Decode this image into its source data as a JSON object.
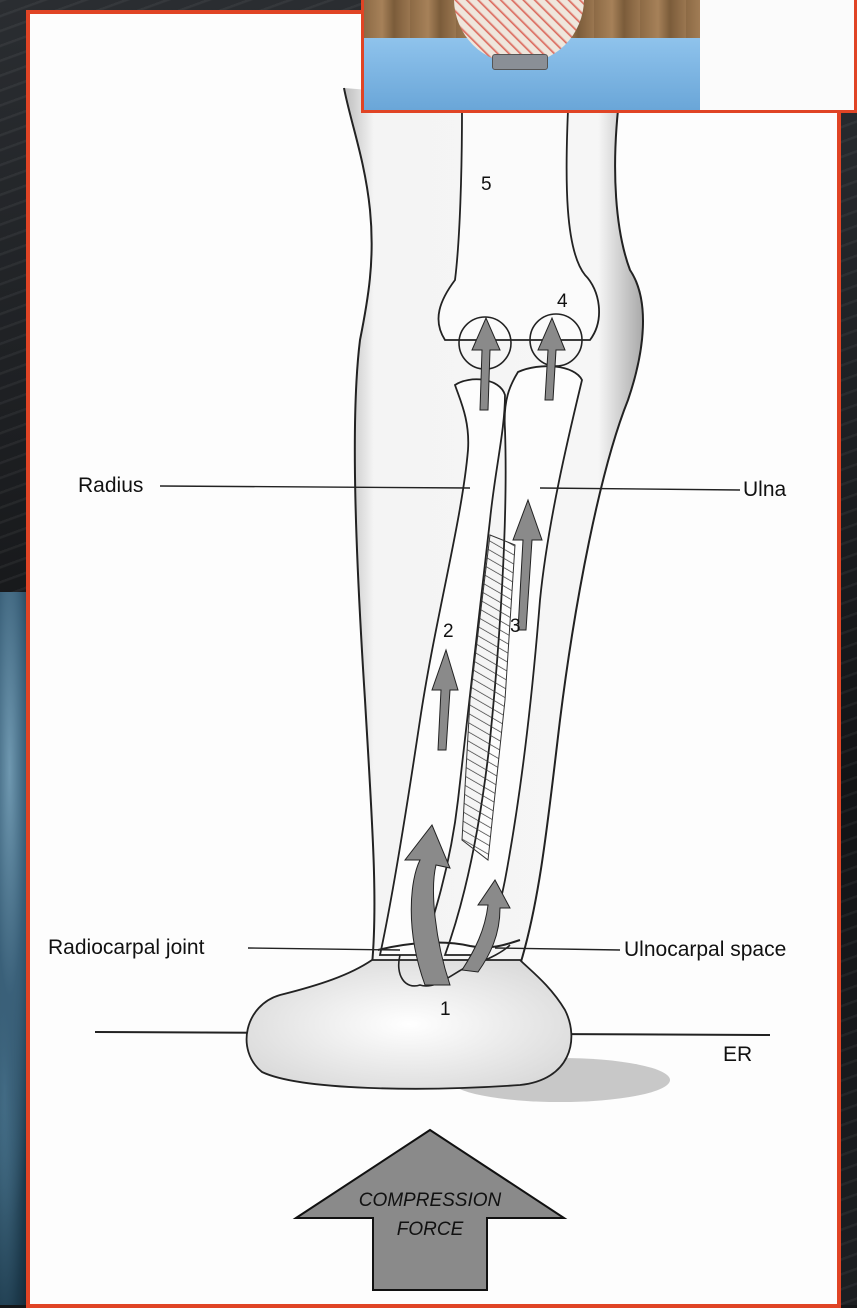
{
  "labels": {
    "radius": "Radius",
    "ulna": "Ulna",
    "radiocarpal_joint": "Radiocarpal joint",
    "ulnocarpal_space": "Ulnocarpal space",
    "er": "ER"
  },
  "load_path_numbers": [
    "1",
    "2",
    "3",
    "4",
    "5"
  ],
  "force_arrow": {
    "line1": "COMPRESSION",
    "line2": "FORCE"
  },
  "colors": {
    "frame_accent": "#e04425",
    "arrow_fill": "#8a8a8a"
  }
}
